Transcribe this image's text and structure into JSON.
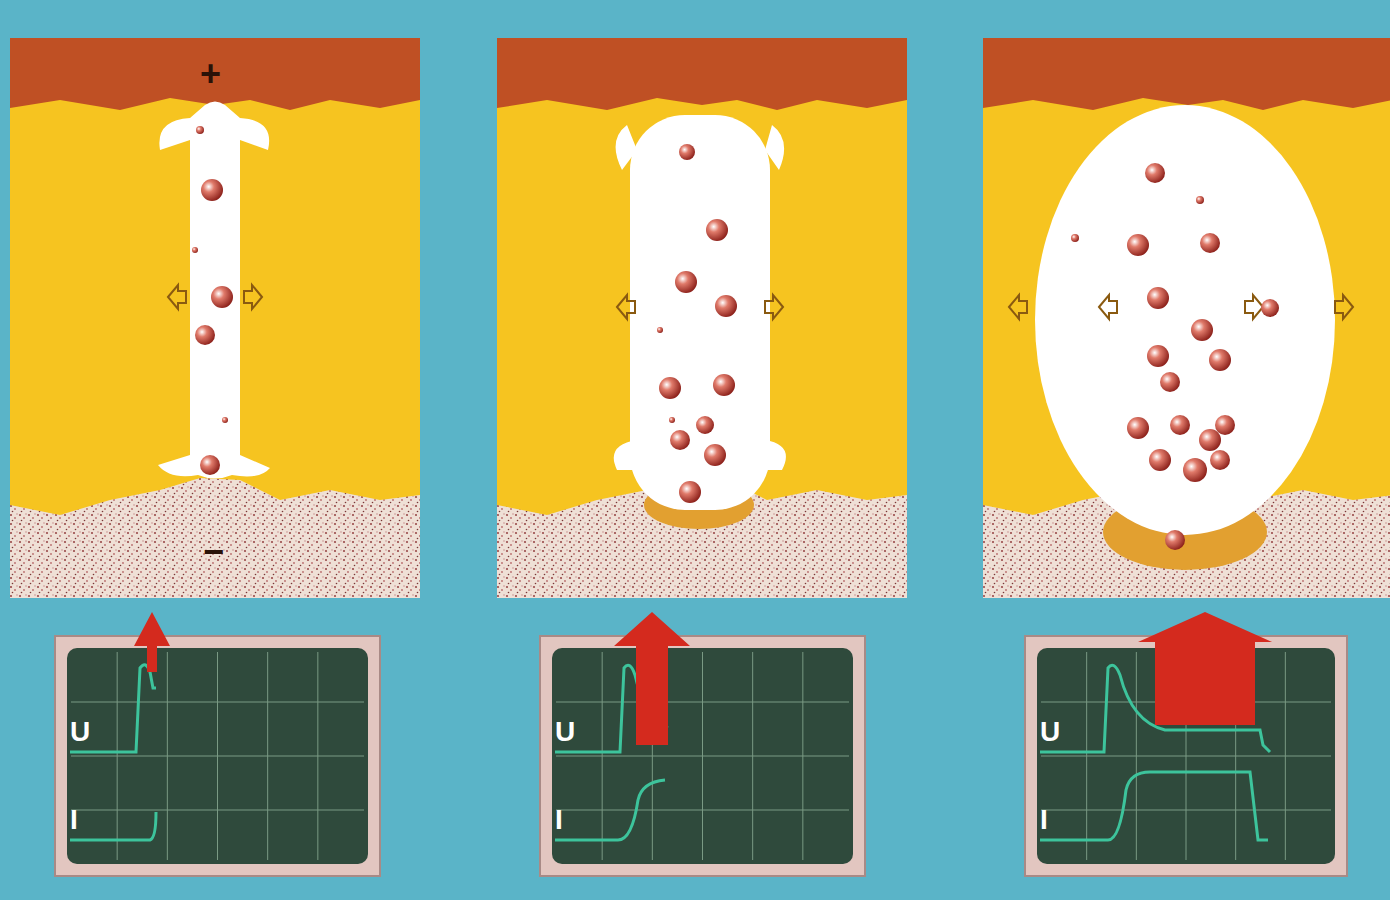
{
  "diagram": {
    "labels": [
      "+",
      "−",
      "U",
      "I",
      "U",
      "I",
      "U",
      "I"
    ]
  }
}
